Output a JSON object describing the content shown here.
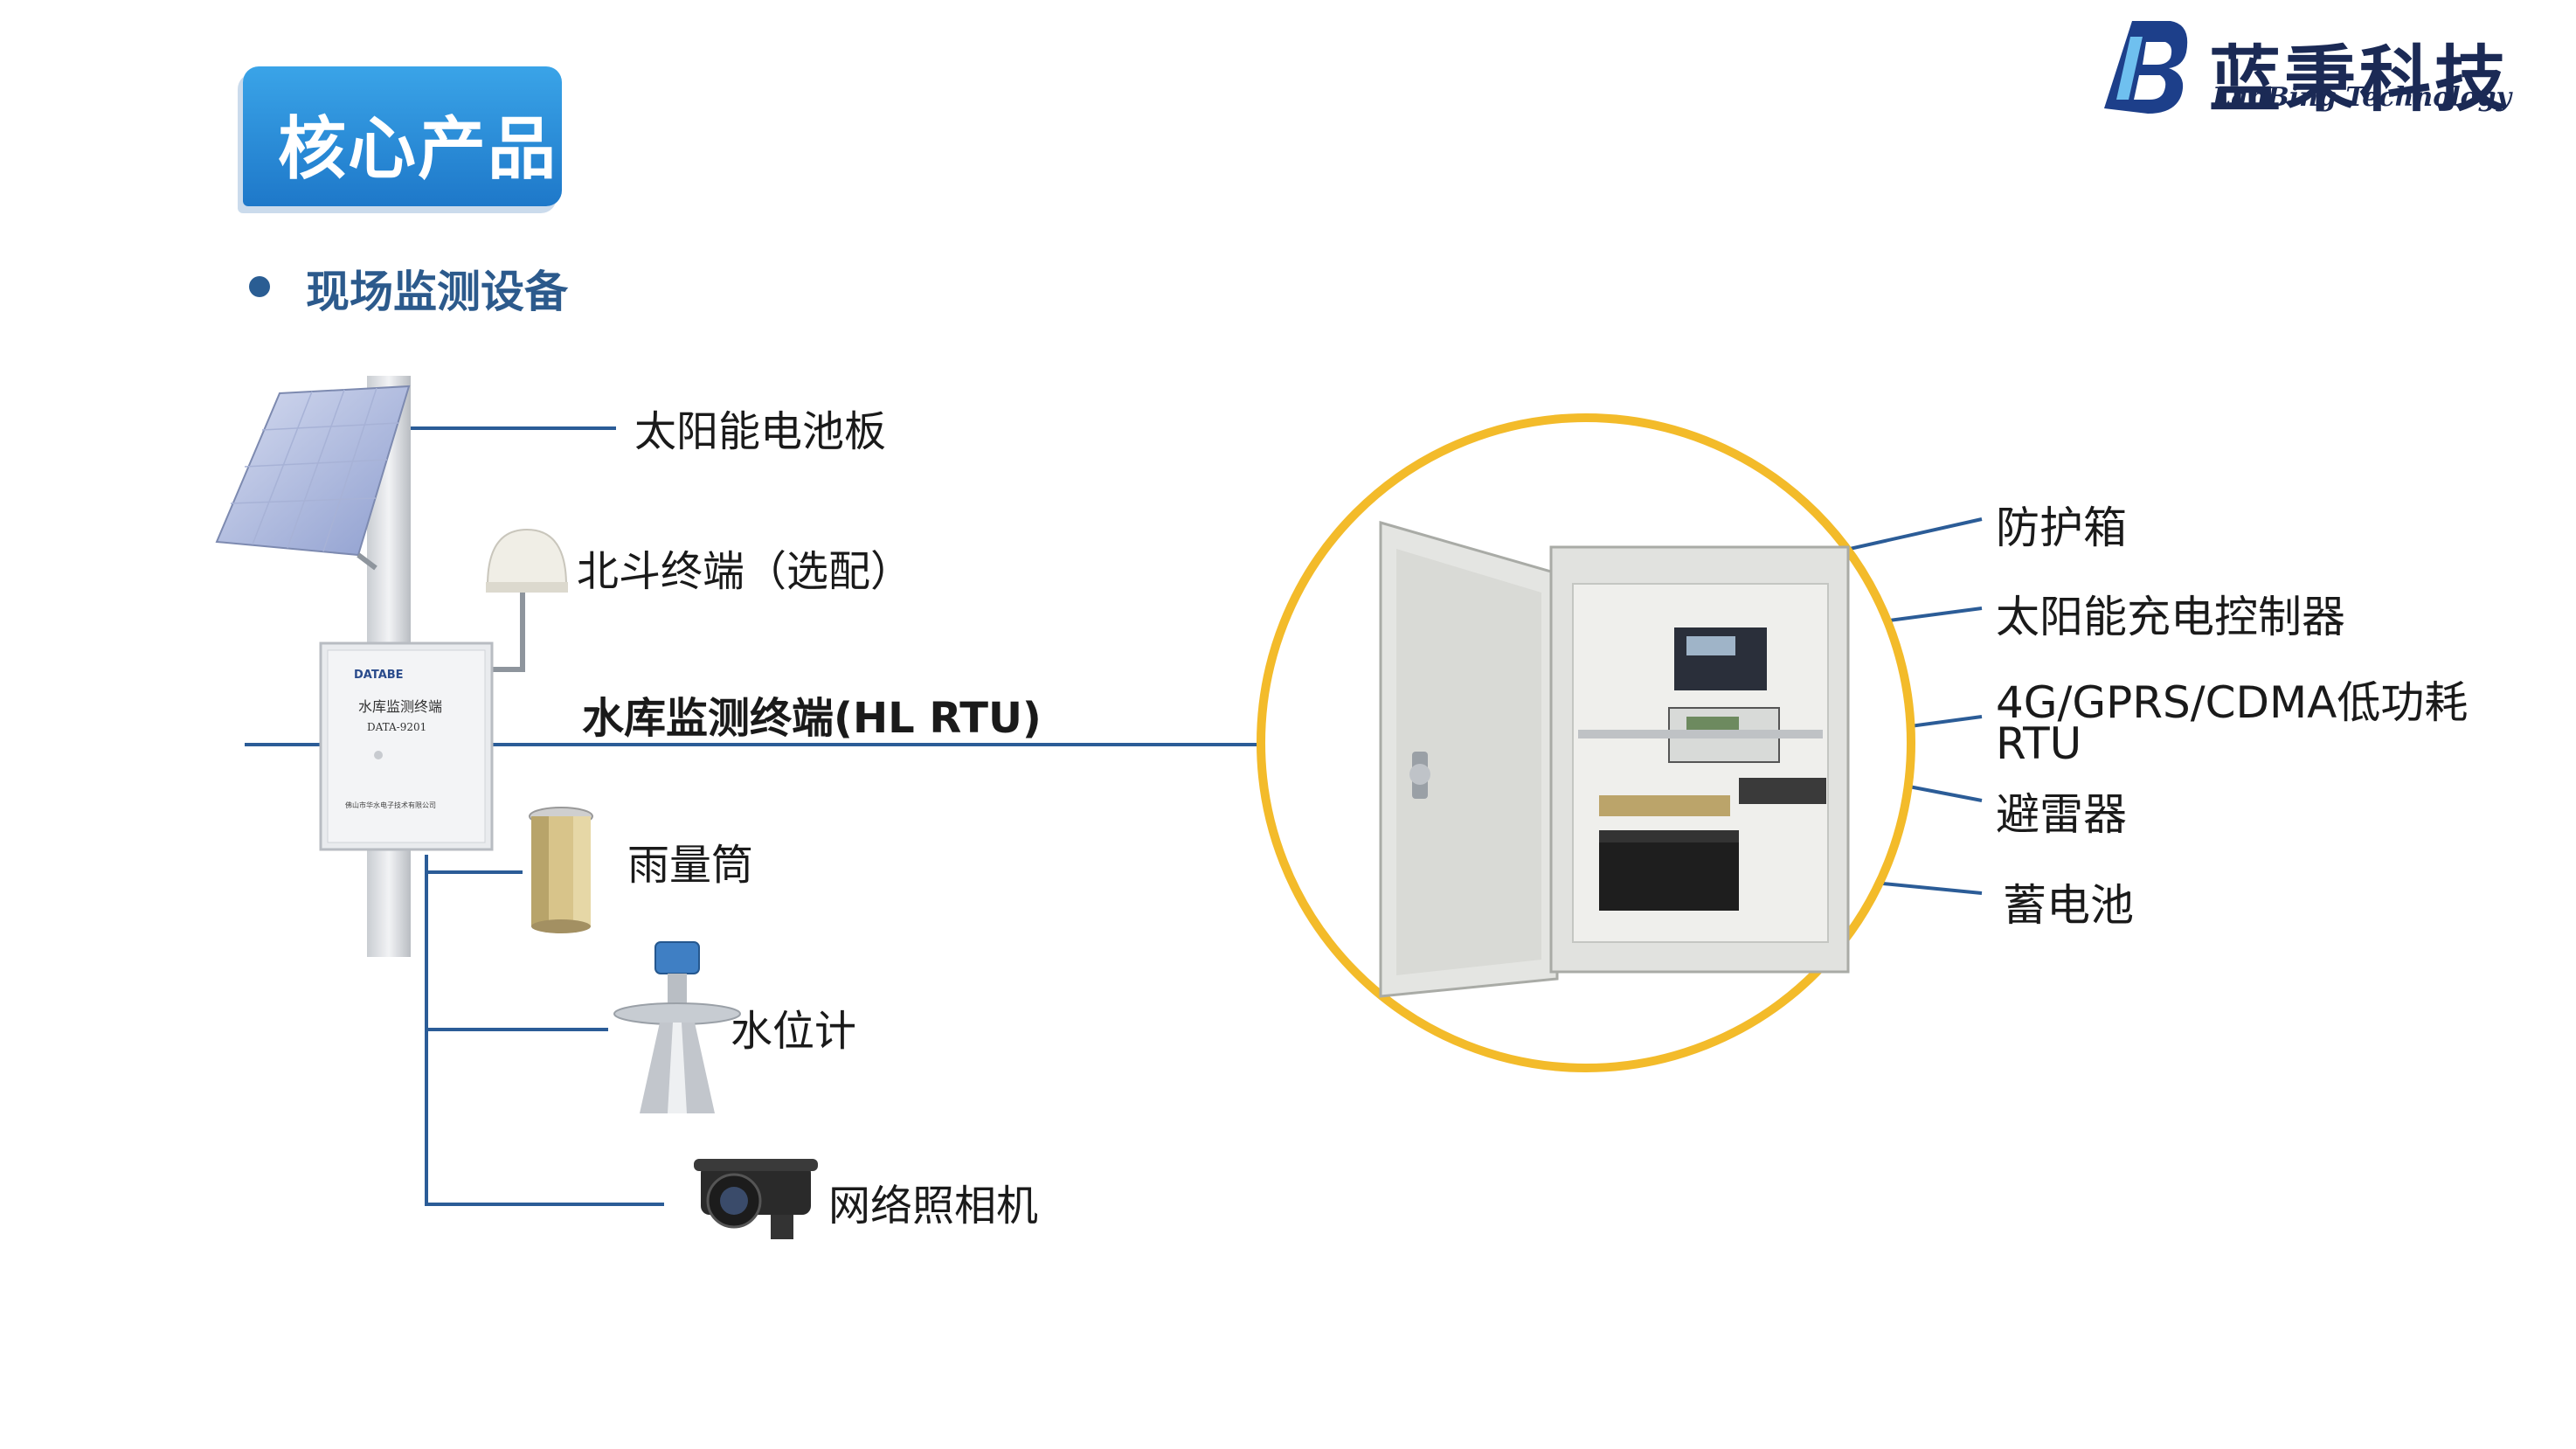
{
  "header": {
    "badge_title": "核心产品",
    "section_title": "现场监测设备"
  },
  "logo": {
    "name": "蓝秉科技",
    "english": "LanBing Technology"
  },
  "station_labels": {
    "solar_panel": "太阳能电池板",
    "beidou": "北斗终端（选配）",
    "rtu": "水库监测终端(HL RTU)",
    "rain_gauge": "雨量筒",
    "water_level": "水位计",
    "camera": "网络照相机"
  },
  "box_labels": {
    "enclosure": "防护箱",
    "solar_controller": "太阳能充电控制器",
    "rtu_line1": "4G/GPRS/CDMA低功耗",
    "rtu_line2": "RTU",
    "lightning": "避雷器",
    "battery": "蓄电池"
  },
  "device_print": {
    "brand": "DATABE",
    "name": "水库监测终端",
    "model": "DATA-9201",
    "company": "佛山市华水电子技术有限公司"
  },
  "colors": {
    "accent_blue": "#1e78c9",
    "line_blue": "#2b5c97",
    "circle_yellow": "#f3bb2a",
    "brand_navy": "#1b2a55"
  }
}
